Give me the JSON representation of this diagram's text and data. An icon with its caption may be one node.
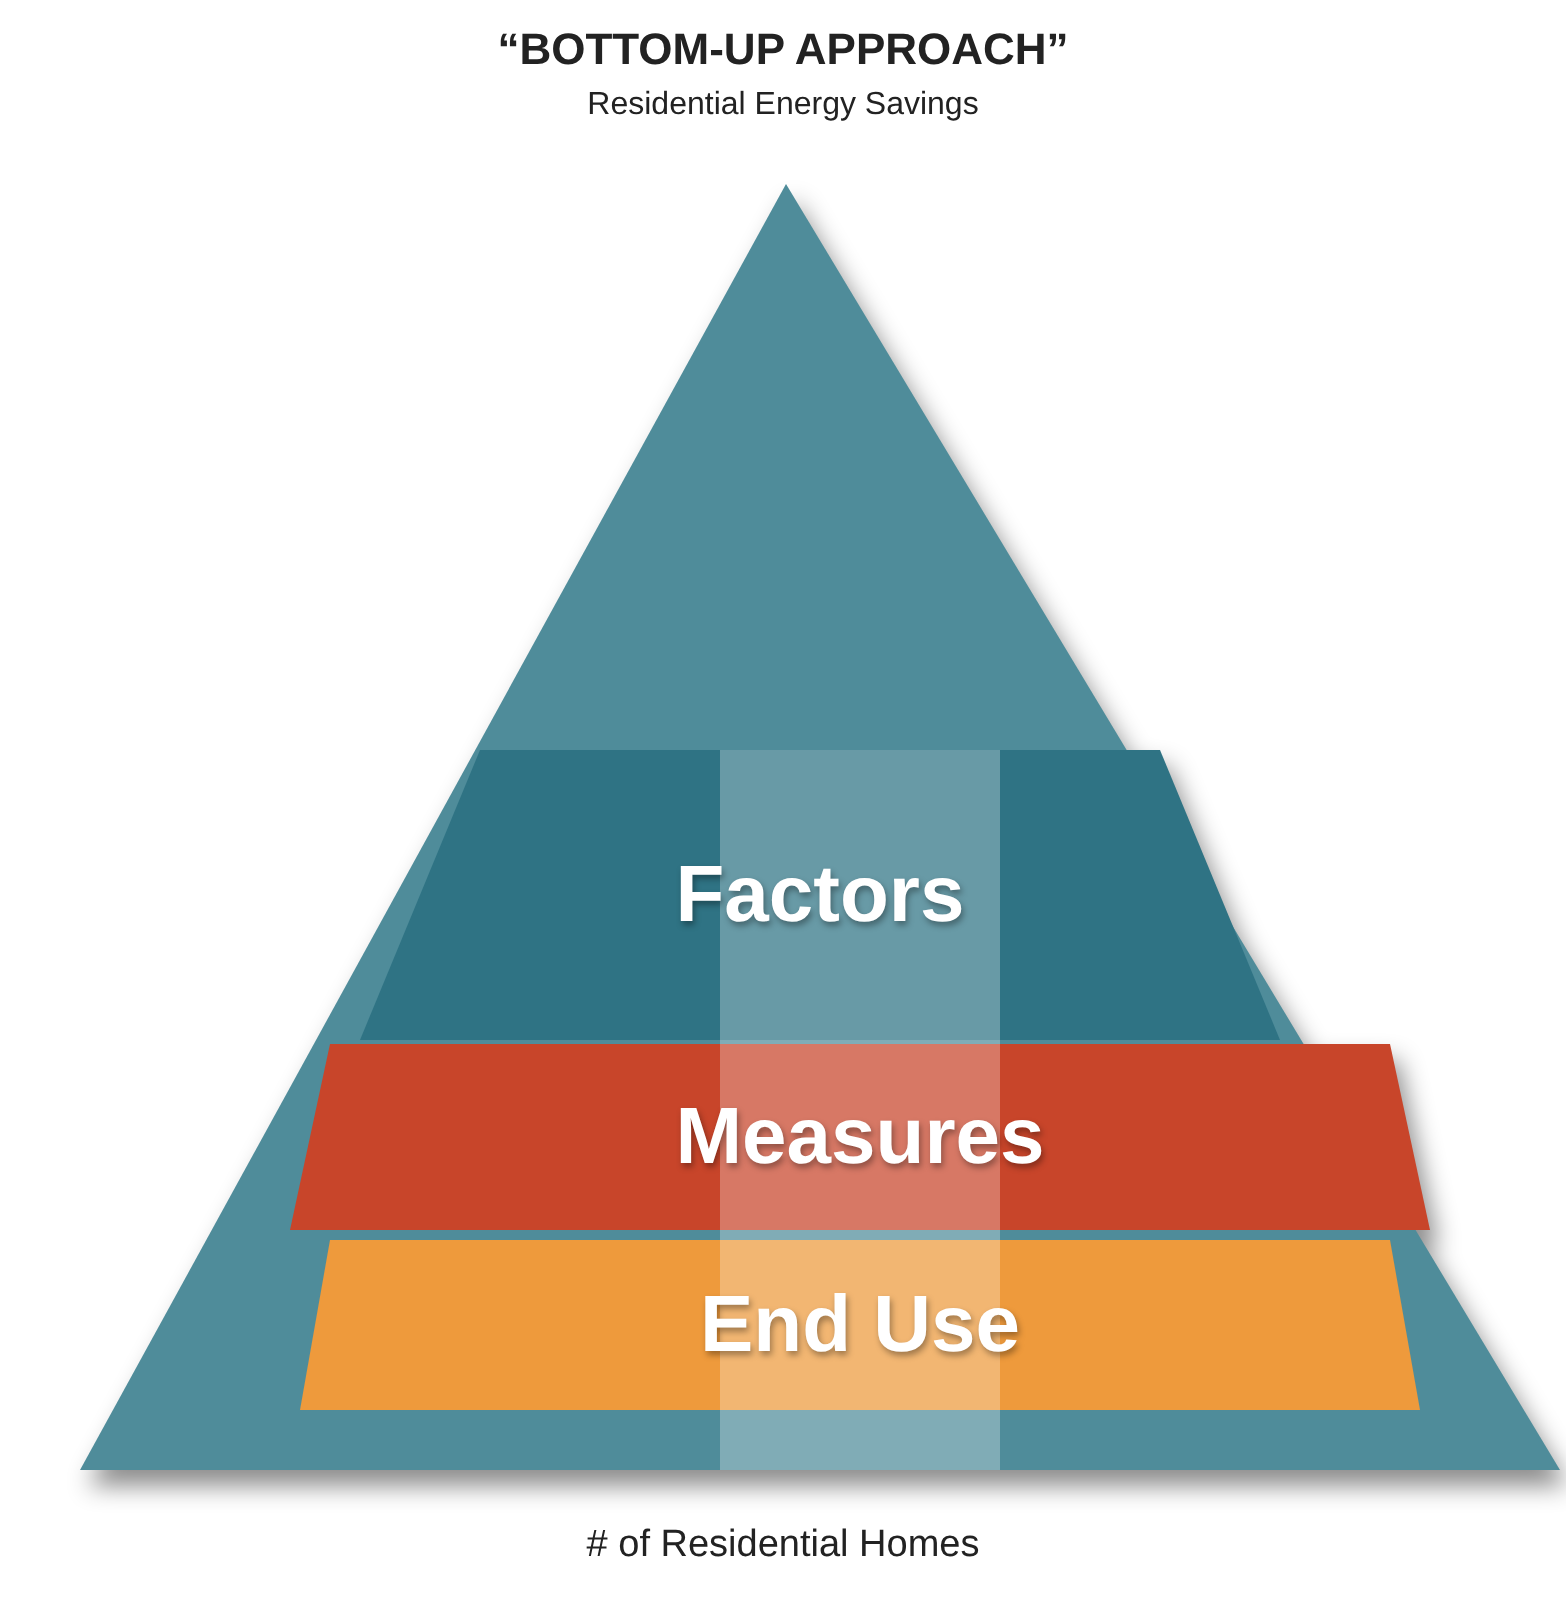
{
  "diagram": {
    "title": "“BOTTOM-UP APPROACH”",
    "nodes": [
      {
        "text": [],
        "shape": "triangle"
      },
      {
        "text": [
          "Factors"
        ],
        "in": 0
      },
      {
        "text": [
          "Measures"
        ],
        "in": 0
      },
      {
        "text": [
          "End Use"
        ],
        "in": 0
      }
    ],
    "labels": [
      "Residential Energy Savings",
      "# of Residential Homes"
    ]
  }
}
